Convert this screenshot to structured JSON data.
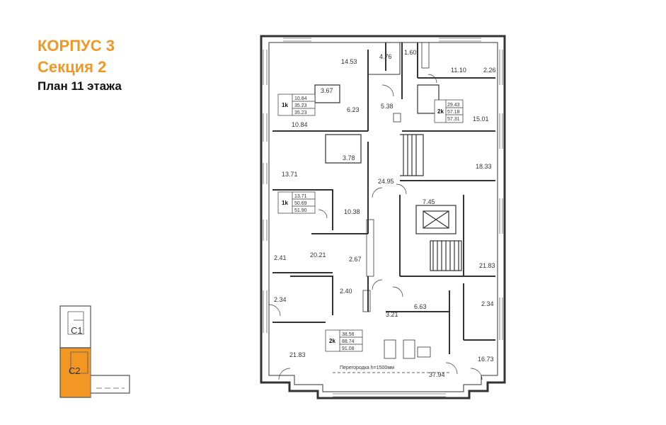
{
  "header": {
    "building": "КОРПУС 3",
    "section": "Секция 2",
    "floor_plan": "План 11 этажа",
    "accent_color": "#f29724"
  },
  "rooms": {
    "r_14_53": "14.53",
    "r_4_76": "4.76",
    "r_1_60": "1.60",
    "r_11_10": "11.10",
    "r_2_26": "2.26",
    "r_3_67": "3.67",
    "r_6_23": "6.23",
    "r_5_38": "5.38",
    "r_15_01": "15.01",
    "r_10_84": "10.84",
    "r_3_78": "3.78",
    "r_18_33": "18.33",
    "r_13_71": "13.71",
    "r_24_95": "24.95",
    "r_7_45": "7.45",
    "r_10_38": "10.38",
    "r_21_83a": "21.83",
    "r_2_41": "2.41",
    "r_20_21": "20.21",
    "r_2_67": "2.67",
    "r_2_40": "2.40",
    "r_2_34a": "2.34",
    "r_6_63": "6.63",
    "r_3_21": "3.21",
    "r_2_34b": "2.34",
    "r_21_83b": "21.83",
    "r_37_94": "37.94",
    "r_16_73": "16.73"
  },
  "apartments": [
    {
      "type": "1k",
      "living": "10.84",
      "area": "35.23",
      "total": "35.23"
    },
    {
      "type": "1k",
      "living": "13.71",
      "area": "50.69",
      "total": "51.90"
    },
    {
      "type": "2k",
      "living": "38.56",
      "area": "88.74",
      "total": "91.08"
    },
    {
      "type": "2k",
      "living": "29.43",
      "area": "57.18",
      "total": "57.31"
    }
  ],
  "partition_note": "Перегородка h=1500мм",
  "key_plan": {
    "sections": [
      "C1",
      "C2"
    ],
    "highlight_color": "#f29724"
  }
}
